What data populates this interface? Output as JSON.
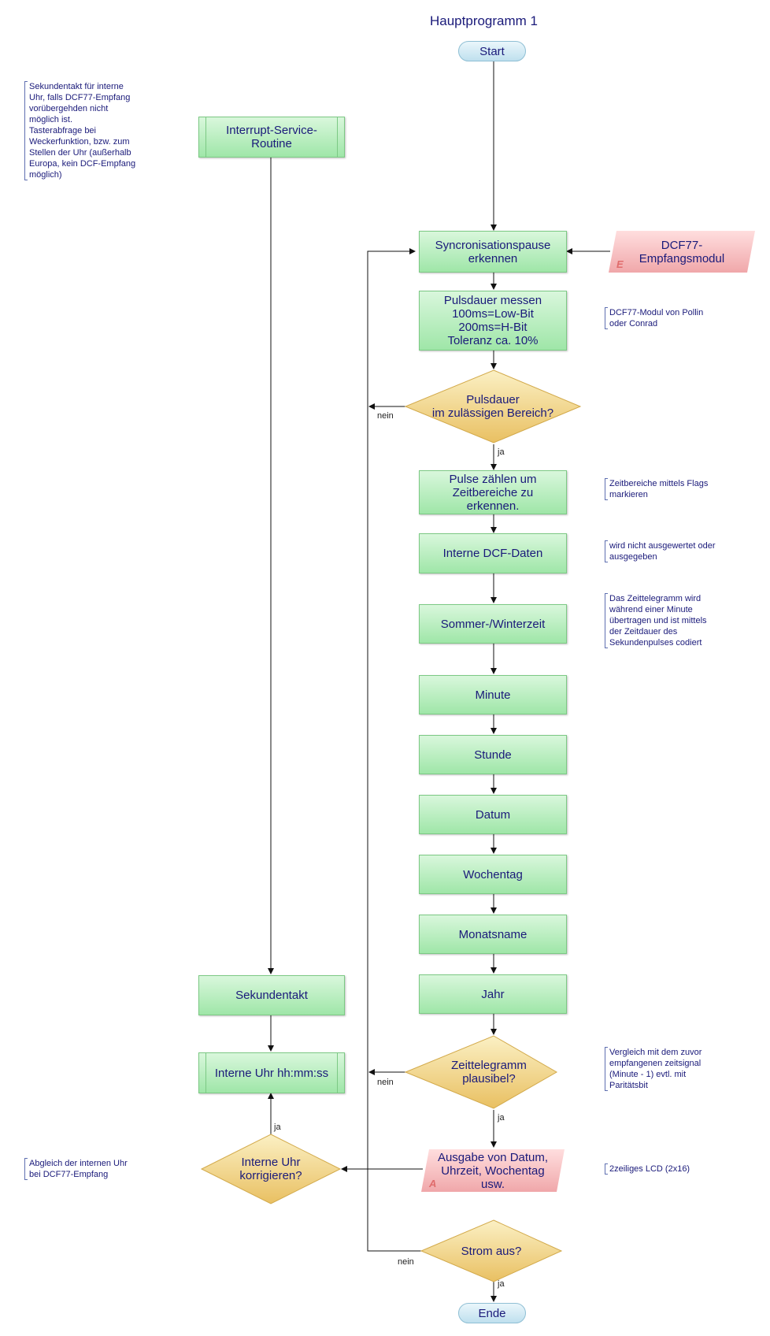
{
  "title": "Hauptprogramm 1",
  "terminals": {
    "start": "Start",
    "end": "Ende"
  },
  "process": {
    "isr": "Interrupt-Service-\nRoutine",
    "sync": "Syncronisationspause\nerkennen",
    "puls": "Pulsdauer messen\n100ms=Low-Bit\n200ms=H-Bit\nToleranz ca. 10%",
    "pulse_count": "Pulse zählen um\nZeitbereiche zu\nerkennen.",
    "intern_dcf": "Interne DCF-Daten",
    "sommer": "Sommer-/Winterzeit",
    "minute": "Minute",
    "stunde": "Stunde",
    "datum": "Datum",
    "wochentag": "Wochentag",
    "monatsname": "Monatsname",
    "jahr": "Jahr",
    "sekundentakt": "Sekundentakt",
    "interne_uhr": "Interne Uhr hh:mm:ss"
  },
  "io": {
    "dcf77": "DCF77-\nEmpfangsmodul",
    "dcf77_mark": "E",
    "ausgabe": "Ausgabe von Datum,\nUhrzeit, Wochentag\nusw.",
    "ausgabe_mark": "A"
  },
  "decisions": {
    "pulsdauer": "Pulsdauer\nim zulässigen Bereich?",
    "zeittelegramm": "Zeittelegramm\nplausibel?",
    "korrigieren": "Interne Uhr\nkorrigieren?",
    "strom": "Strom aus?"
  },
  "labels": {
    "ja": "ja",
    "nein": "nein"
  },
  "notes": {
    "sekundentakt": "Sekundentakt für interne\nUhr,  falls DCF77-Empfang\nvorübergehden nicht\nmöglich ist.\nTasterabfrage bei\nWeckerfunktion, bzw. zum\nStellen der Uhr (außerhalb\nEuropa, kein DCF-Empfang\nmöglich)",
    "dcf_modul": "DCF77-Modul von Pollin\noder Conrad",
    "zeitbereiche": "Zeitbereiche mittels Flags\nmarkieren",
    "nicht_ausgewertet": "wird nicht ausgewertet oder\nausgegeben",
    "zeittelegramm": "Das Zeittelegramm wird\nwährend einer Minute\nübertragen und ist mittels\nder Zeitdauer des\nSekundenpulses codiert",
    "vergleich": "Vergleich mit dem zuvor\nempfangenen zeitsignal\n(Minute - 1) evtl. mit\nParitätsbit",
    "lcd": "2zeiliges LCD (2x16)",
    "abgleich": "Abgleich der internen Uhr\nbei DCF77-Empfang"
  },
  "colors": {
    "process": "#9fe6a8",
    "decision": "#f5d98a",
    "io": "#f0a7aa",
    "terminal": "#bfe0ee",
    "text": "#1a1a7a"
  }
}
